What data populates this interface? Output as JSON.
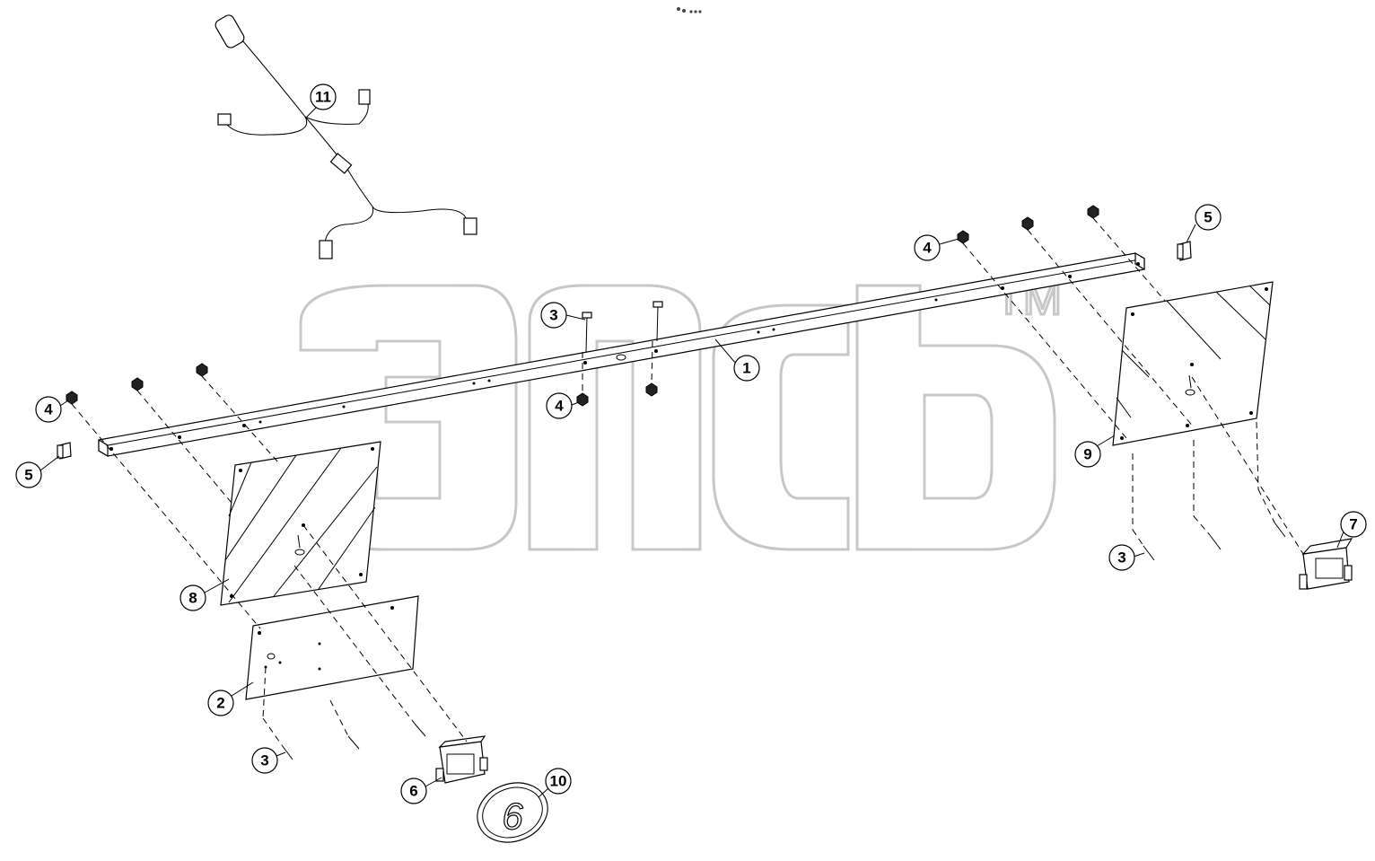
{
  "diagram": {
    "watermark": {
      "letters": "эпсб",
      "tm": "TM"
    },
    "badge_text": "6",
    "callouts": [
      {
        "id": "c1",
        "label": "1"
      },
      {
        "id": "c2",
        "label": "2"
      },
      {
        "id": "c3a",
        "label": "3"
      },
      {
        "id": "c3b",
        "label": "3"
      },
      {
        "id": "c3c",
        "label": "3"
      },
      {
        "id": "c4a",
        "label": "4"
      },
      {
        "id": "c4b",
        "label": "4"
      },
      {
        "id": "c4c",
        "label": "4"
      },
      {
        "id": "c5a",
        "label": "5"
      },
      {
        "id": "c5b",
        "label": "5"
      },
      {
        "id": "c6",
        "label": "6"
      },
      {
        "id": "c7",
        "label": "7"
      },
      {
        "id": "c8",
        "label": "8"
      },
      {
        "id": "c9",
        "label": "9"
      },
      {
        "id": "c10",
        "label": "10"
      },
      {
        "id": "c11",
        "label": "11"
      }
    ]
  }
}
